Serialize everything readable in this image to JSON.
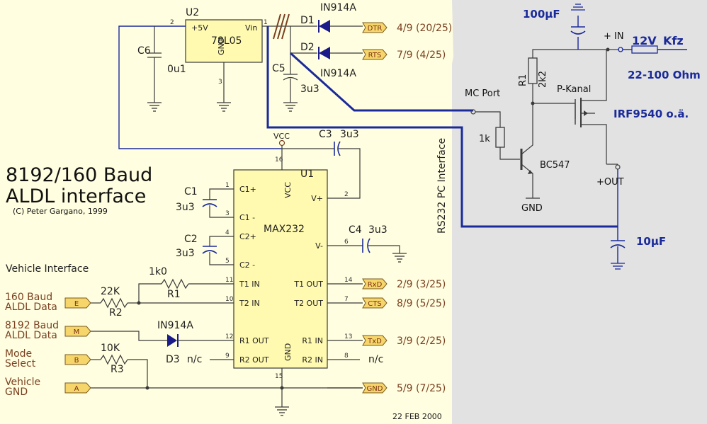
{
  "title": {
    "line1": "8192/160 Baud",
    "line2": "ALDL interface",
    "credit": "(C) Peter Gargano, 1999"
  },
  "date": "22 FEB 2000",
  "side_label": "RS232 PC Interface",
  "vehicle_interface": "Vehicle Interface",
  "regulator": {
    "ref": "U2",
    "name": "78L05",
    "pin_plus5": "+5V",
    "pin_vin": "Vin",
    "pin_gnd": "GND",
    "pin1": "1",
    "pin2": "2",
    "pin3": "3"
  },
  "ic": {
    "ref": "U1",
    "name": "MAX232",
    "vcc_pin": "VCC",
    "gnd_pin": "GND",
    "vcc_rail": "VCC",
    "pins_left": [
      {
        "num": "1",
        "name": "C1+"
      },
      {
        "num": "3",
        "name": "C1 -"
      },
      {
        "num": "4",
        "name": "C2+"
      },
      {
        "num": "5",
        "name": "C2 -"
      },
      {
        "num": "11",
        "name": "T1 IN"
      },
      {
        "num": "10",
        "name": "T2 IN"
      },
      {
        "num": "12",
        "name": "R1 OUT"
      },
      {
        "num": "9",
        "name": "R2 OUT"
      }
    ],
    "pins_right": [
      {
        "num": "2",
        "name": "V+"
      },
      {
        "num": "6",
        "name": "V-"
      },
      {
        "num": "14",
        "name": "T1 OUT"
      },
      {
        "num": "7",
        "name": "T2 OUT"
      },
      {
        "num": "13",
        "name": "R1 IN"
      },
      {
        "num": "8",
        "name": "R2 IN"
      }
    ],
    "pin16": "16",
    "pin15": "15"
  },
  "components": {
    "c6": {
      "ref": "C6",
      "value": "0u1"
    },
    "c5": {
      "ref": "C5",
      "value": "3u3"
    },
    "c3": {
      "ref": "C3",
      "value": "3u3"
    },
    "c1": {
      "ref": "C1",
      "value": "3u3"
    },
    "c2": {
      "ref": "C2",
      "value": "3u3"
    },
    "c4": {
      "ref": "C4",
      "value": "3u3"
    },
    "d1": {
      "ref": "D1",
      "part": "IN914A"
    },
    "d2": {
      "ref": "D2",
      "part": "IN914A"
    },
    "d3": {
      "ref": "D3",
      "part": "IN914A"
    },
    "r1": {
      "ref": "R1",
      "value": "1k0"
    },
    "r2": {
      "ref": "R2",
      "value": "22K"
    },
    "r3": {
      "ref": "R3",
      "value": "10K"
    },
    "nc1": "n/c",
    "nc2": "n/c"
  },
  "rs232_tags": [
    {
      "tag": "DTR",
      "pins": "4/9 (20/25)"
    },
    {
      "tag": "RTS",
      "pins": "7/9 (4/25)"
    },
    {
      "tag": "RxD",
      "pins": "2/9 (3/25)"
    },
    {
      "tag": "CTS",
      "pins": "8/9 (5/25)"
    },
    {
      "tag": "TxD",
      "pins": "3/9 (2/25)"
    },
    {
      "tag": "GND",
      "pins": "5/9 (7/25)"
    }
  ],
  "vehicle_tags": [
    {
      "tag": "E",
      "label1": "160 Baud",
      "label2": "ALDL Data"
    },
    {
      "tag": "M",
      "label1": "8192 Baud",
      "label2": "ALDL Data"
    },
    {
      "tag": "B",
      "label1": "Mode",
      "label2": "Select"
    },
    {
      "tag": "A",
      "label1": "Vehicle",
      "label2": "GND"
    }
  ],
  "addon": {
    "cap_top": "100µF",
    "cap_bottom": "10µF",
    "plus_in": "+ IN",
    "supply_v": "12V",
    "supply_name": "Kfz",
    "resistance": "22-100 Ohm",
    "r1_ref": "R1",
    "r1_val": "2k2",
    "p_kanal": "P-Kanal",
    "mosfet": "IRF9540 o.ä.",
    "mc_port": "MC Port",
    "r_base": "1k",
    "transistor": "BC547",
    "gnd": "GND",
    "plus_out": "+OUT"
  }
}
